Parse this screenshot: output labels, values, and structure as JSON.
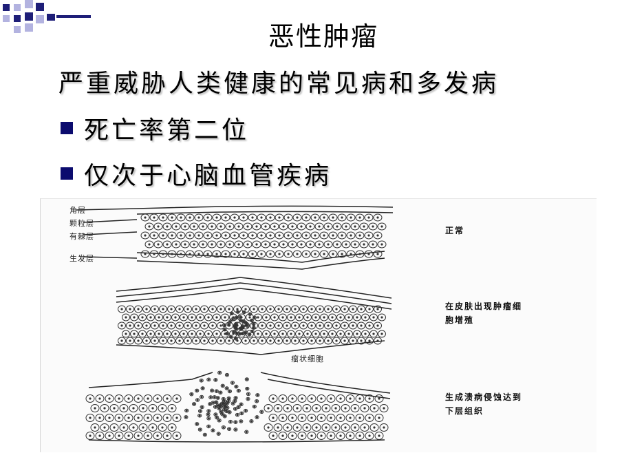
{
  "title": "恶性肿瘤",
  "subtitle": "严重威胁人类健康的常见病和多发病",
  "bullets": [
    "死亡率第二位",
    "仅次于心脑血管疾病"
  ],
  "figure": {
    "layer_labels": [
      "角层",
      "颗粒层",
      "有棘层",
      "生发层"
    ],
    "cell_label": "瘤状细胞",
    "captions": {
      "normal": "正常",
      "tumor_line1": "在皮肤出现肿瘤细",
      "tumor_line2": "胞增殖",
      "invasion_line1": "生成溃病侵蚀达到",
      "invasion_line2": "下层组织"
    }
  },
  "colors": {
    "bullet_mark": "#0b0b6e",
    "deco_navy": "#1e1e78",
    "deco_light": "#b3b3e0"
  }
}
